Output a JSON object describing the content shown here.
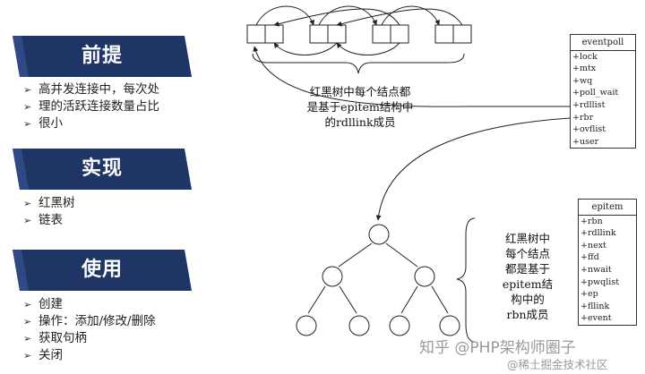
{
  "sections": [
    {
      "title": "前提",
      "items": [
        "高并发连接中，每次处",
        "理的活跃连接数量占比",
        "很小"
      ]
    },
    {
      "title": "实现",
      "items": [
        "红黑树",
        "链表"
      ]
    },
    {
      "title": "使用",
      "items": [
        "创建",
        "操作：添加/修改/删除",
        "获取句柄",
        "关闭"
      ]
    }
  ],
  "eventpoll": {
    "name": "eventpoll",
    "fields": [
      "+lock",
      "+mtx",
      "+wq",
      "+poll_wait",
      "+rdllist",
      "+rbr",
      "+ovflist",
      "+user"
    ]
  },
  "epitem": {
    "name": "epitem",
    "fields": [
      "+rbn",
      "+rdllink",
      "+next",
      "+ffd",
      "+nwait",
      "+pwqlist",
      "+ep",
      "+fllink",
      "+event"
    ]
  },
  "notes": {
    "list_note": [
      "红黑树中每个结点都",
      "是基于epitem结构中",
      "的rdllink成员"
    ],
    "tree_note": [
      "红黑树中",
      "每个结点",
      "都是基于",
      "epitem结",
      "构中的",
      "rbn成员"
    ]
  },
  "watermarks": {
    "zhihu": "知乎 @PHP架构师圈子",
    "juejin": "@稀土掘金技术社区"
  },
  "colors": {
    "banner": "#1f3566",
    "line": "#222222"
  }
}
